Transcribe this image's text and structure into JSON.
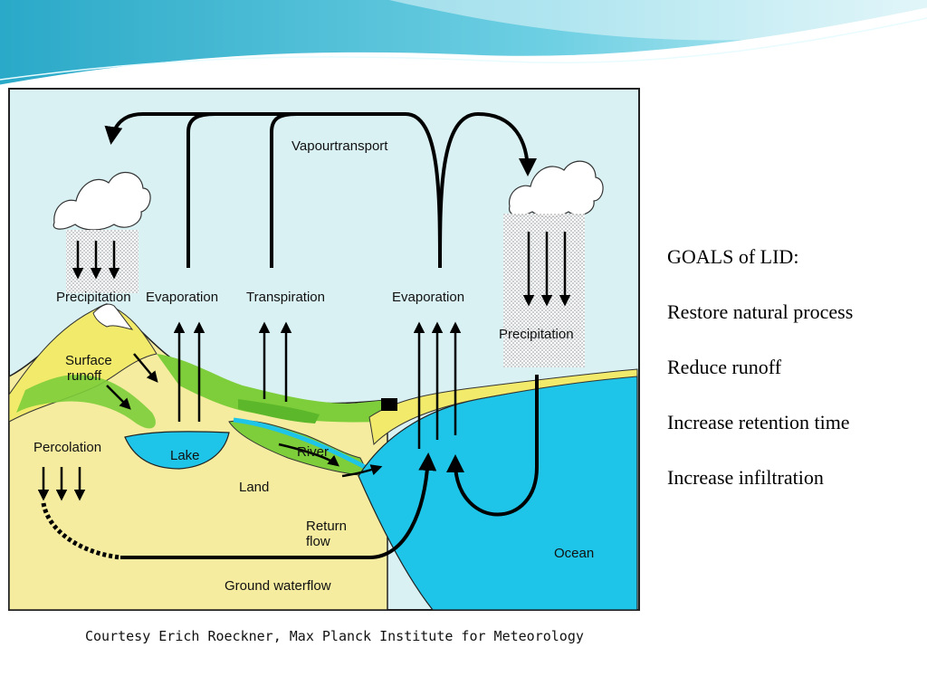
{
  "slide": {
    "goals": [
      "GOALS of LID:",
      "Restore natural process",
      "Reduce runoff",
      "Increase retention time",
      "Increase infiltration"
    ]
  },
  "diagram": {
    "labels": {
      "vapour_transport": "Vapourtransport",
      "precipitation_left": "Precipitation",
      "evaporation_lake": "Evaporation",
      "transpiration": "Transpiration",
      "evaporation_ocean": "Evaporation",
      "precipitation_right": "Precipitation",
      "surface_runoff_1": "Surface",
      "surface_runoff_2": "runoff",
      "percolation": "Percolation",
      "lake": "Lake",
      "land": "Land",
      "river": "River",
      "return_flow_1": "Return",
      "return_flow_2": "flow",
      "ocean": "Ocean",
      "ground_water_flow": "Ground waterflow"
    },
    "credit": "Courtesy Erich Roeckner, Max Planck Institute for Meteorology",
    "colors": {
      "sky": "#d9f1f3",
      "land": "#f5eca0",
      "vegetation": "#7dce3a",
      "water": "#1ec5e8",
      "snow": "#ffffff",
      "arrow": "#000000"
    }
  }
}
